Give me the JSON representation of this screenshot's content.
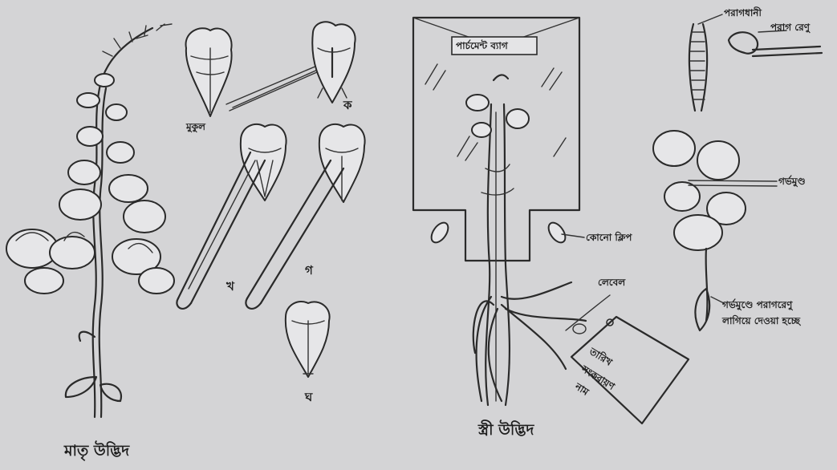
{
  "labels": {
    "mother_plant": "মাতৃ উদ্ভিদ",
    "bud": "মুকুল",
    "ka": "ক",
    "kha": "খ",
    "ga": "গ",
    "gha": "ঘ",
    "parchment_bag": "পার্চমেন্ট ব্যাগ",
    "clip": "কোনো ক্লিপ",
    "label_tag": "লেবেল",
    "female_plant": "স্ত্রী উদ্ভিদ",
    "stamen": "পরাগধানী",
    "pollen": "পরাগ রেণু",
    "stigma": "গর্ভমুণ্ড",
    "pollination_note_line1": "গর্ভমুণ্ডে পরাগরেণু",
    "pollination_note_line2": "লাগিয়ে দেওয়া হচ্ছে"
  },
  "tag_text": [
    "তারিখ",
    "সংকরায়ণ",
    "নাম"
  ]
}
